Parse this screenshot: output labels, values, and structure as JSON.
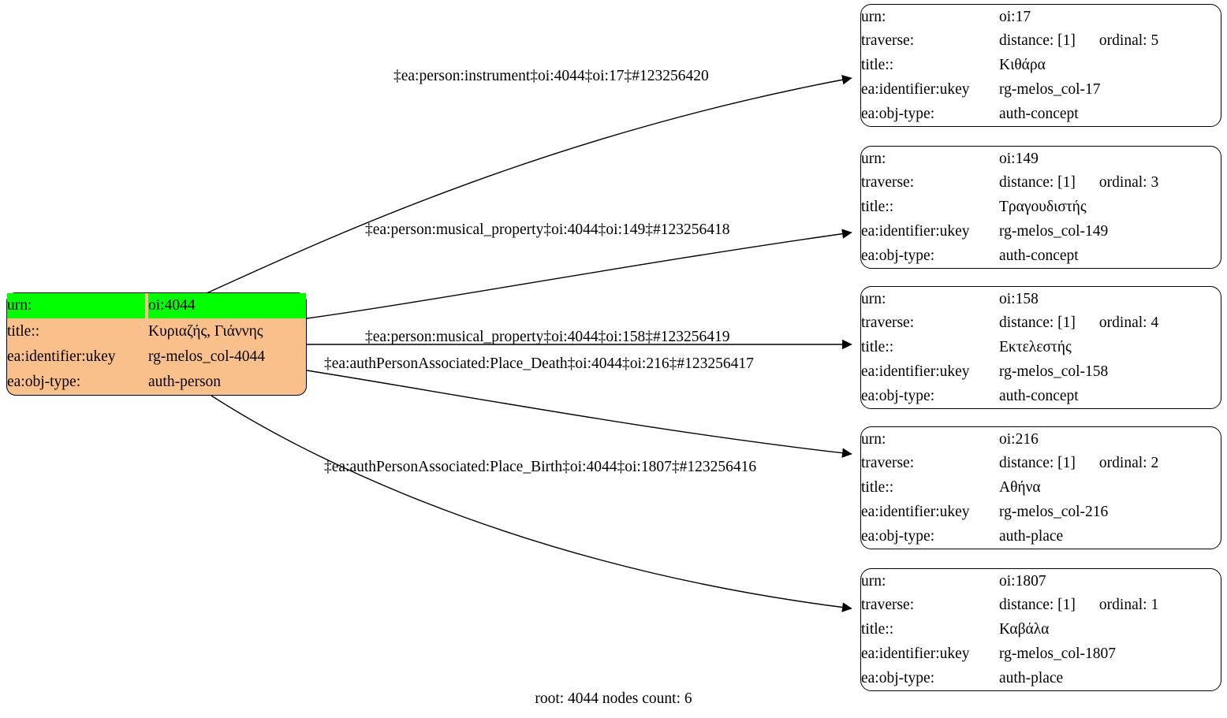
{
  "graph": {
    "caption": "root: 4044 nodes count: 6",
    "colors": {
      "root_fill": "#fac08c",
      "root_highlight": "#00ff00",
      "node_fill": "#ffffff",
      "stroke": "#000000"
    }
  },
  "root_node": {
    "rows": [
      {
        "key": "urn:",
        "value": "oi:4044",
        "highlighted": true
      },
      {
        "key": "title::",
        "value": "Κυριαζής, Γιάννης",
        "highlighted": false
      },
      {
        "key": "ea:identifier:ukey",
        "value": "rg-melos_col-4044",
        "highlighted": false
      },
      {
        "key": "ea:obj-type:",
        "value": "auth-person",
        "highlighted": false
      }
    ]
  },
  "target_nodes": [
    {
      "urn_key": "urn:",
      "urn_value": "oi:17",
      "traverse_key": "traverse:",
      "traverse_distance": "distance: [1]",
      "traverse_ordinal": "ordinal: 5",
      "title_key": "title::",
      "title_value": "Κιθάρα",
      "ukey_key": "ea:identifier:ukey",
      "ukey_value": "rg-melos_col-17",
      "objtype_key": "ea:obj-type:",
      "objtype_value": "auth-concept"
    },
    {
      "urn_key": "urn:",
      "urn_value": "oi:149",
      "traverse_key": "traverse:",
      "traverse_distance": "distance: [1]",
      "traverse_ordinal": "ordinal: 3",
      "title_key": "title::",
      "title_value": "Τραγουδιστής",
      "ukey_key": "ea:identifier:ukey",
      "ukey_value": "rg-melos_col-149",
      "objtype_key": "ea:obj-type:",
      "objtype_value": "auth-concept"
    },
    {
      "urn_key": "urn:",
      "urn_value": "oi:158",
      "traverse_key": "traverse:",
      "traverse_distance": "distance: [1]",
      "traverse_ordinal": "ordinal: 4",
      "title_key": "title::",
      "title_value": "Εκτελεστής",
      "ukey_key": "ea:identifier:ukey",
      "ukey_value": "rg-melos_col-158",
      "objtype_key": "ea:obj-type:",
      "objtype_value": "auth-concept"
    },
    {
      "urn_key": "urn:",
      "urn_value": "oi:216",
      "traverse_key": "traverse:",
      "traverse_distance": "distance: [1]",
      "traverse_ordinal": "ordinal: 2",
      "title_key": "title::",
      "title_value": "Αθήνα",
      "ukey_key": "ea:identifier:ukey",
      "ukey_value": "rg-melos_col-216",
      "objtype_key": "ea:obj-type:",
      "objtype_value": "auth-place"
    },
    {
      "urn_key": "urn:",
      "urn_value": "oi:1807",
      "traverse_key": "traverse:",
      "traverse_distance": "distance: [1]",
      "traverse_ordinal": "ordinal: 1",
      "title_key": "title::",
      "title_value": "Καβάλα",
      "ukey_key": "ea:identifier:ukey",
      "ukey_value": "rg-melos_col-1807",
      "objtype_key": "ea:obj-type:",
      "objtype_value": "auth-place"
    }
  ],
  "edges": [
    {
      "label": "‡ea:person:instrument‡oi:4044‡oi:17‡#123256420"
    },
    {
      "label": "‡ea:person:musical_property‡oi:4044‡oi:149‡#123256418"
    },
    {
      "label": "‡ea:person:musical_property‡oi:4044‡oi:158‡#123256419"
    },
    {
      "label": "‡ea:authPersonAssociated:Place_Death‡oi:4044‡oi:216‡#123256417"
    },
    {
      "label": "‡ea:authPersonAssociated:Place_Birth‡oi:4044‡oi:1807‡#123256416"
    }
  ]
}
